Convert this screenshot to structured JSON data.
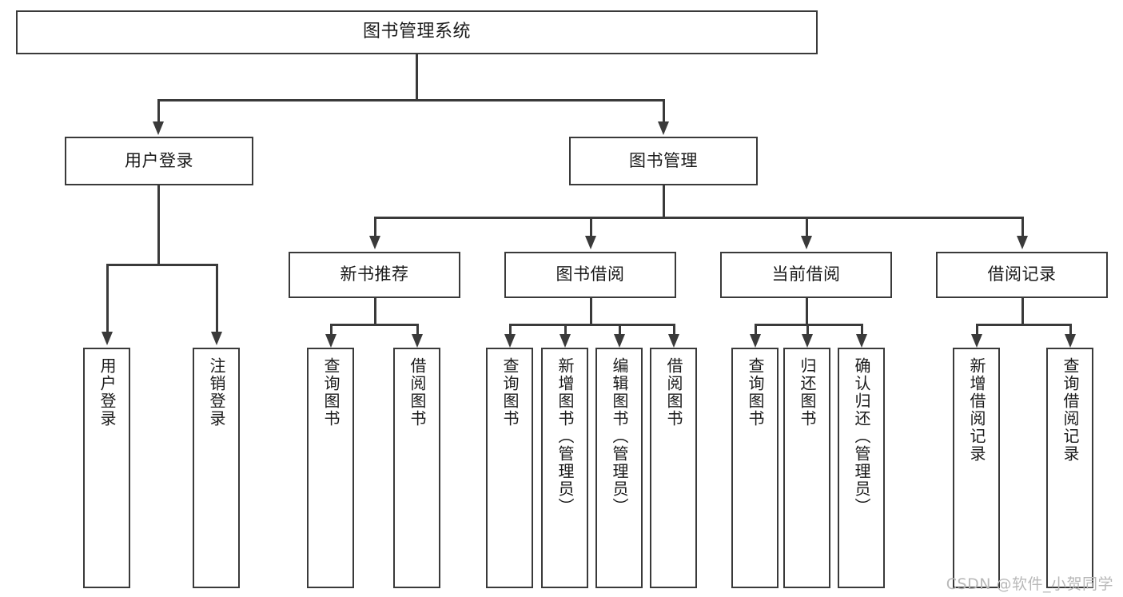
{
  "diagram": {
    "title": "图书管理系统",
    "type": "tree",
    "watermark": "CSDN @软件_小贺同学",
    "colors": {
      "box_border": "#3a3a3a",
      "box_fill": "#ffffff",
      "connector": "#3a3a3a",
      "text": "#1a1a1a",
      "watermark": "#b8b8b8",
      "background": "#ffffff"
    }
  },
  "nodes": {
    "root": {
      "label": "图书管理系统"
    },
    "level2": [
      {
        "id": "user-login",
        "label": "用户登录"
      },
      {
        "id": "book-management",
        "label": "图书管理"
      }
    ],
    "level3": [
      {
        "id": "new-book-recommend",
        "label": "新书推荐"
      },
      {
        "id": "book-borrow",
        "label": "图书借阅"
      },
      {
        "id": "current-borrow",
        "label": "当前借阅"
      },
      {
        "id": "borrow-record",
        "label": "借阅记录"
      }
    ],
    "leaves": {
      "user_login": [
        {
          "id": "leaf-user-login",
          "label": "用户登录"
        },
        {
          "id": "leaf-logout-login",
          "label": "注销登录"
        }
      ],
      "new_book_recommend": [
        {
          "id": "leaf-query-book-1",
          "label": "查询图书"
        },
        {
          "id": "leaf-borrow-book-1",
          "label": "借阅图书"
        }
      ],
      "book_borrow": [
        {
          "id": "leaf-query-book-2",
          "label": "查询图书"
        },
        {
          "id": "leaf-add-book",
          "label": "新增图书（管理员）"
        },
        {
          "id": "leaf-edit-book",
          "label": "编辑图书（管理员）"
        },
        {
          "id": "leaf-borrow-book-2",
          "label": "借阅图书"
        }
      ],
      "current_borrow": [
        {
          "id": "leaf-query-book-3",
          "label": "查询图书"
        },
        {
          "id": "leaf-return-book",
          "label": "归还图书"
        },
        {
          "id": "leaf-confirm-return",
          "label": "确认归还（管理员）"
        }
      ],
      "borrow_record": [
        {
          "id": "leaf-add-record",
          "label": "新增借阅记录"
        },
        {
          "id": "leaf-query-record",
          "label": "查询借阅记录"
        }
      ]
    }
  }
}
